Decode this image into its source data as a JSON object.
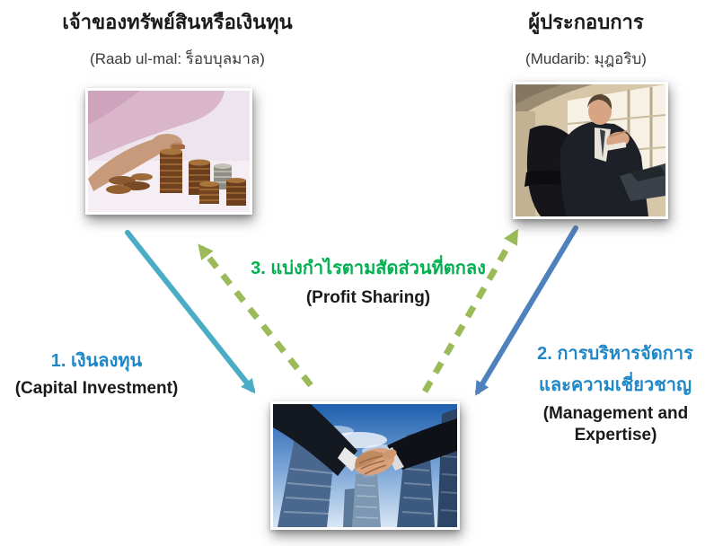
{
  "nodes": {
    "owner": {
      "title": "เจ้าของทรัพย์สินหรือเงินทุน",
      "subtitle": "(Raab ul-mal: ร็อบบุลมาล)",
      "photo": "hand-stacking-coins-photo"
    },
    "entrepreneur": {
      "title": "ผู้ประกอบการ",
      "subtitle": "(Mudarib: มุฎอริบ)",
      "photo": "businessman-photo"
    },
    "venture": {
      "photo": "handshake-skyline-photo"
    }
  },
  "edges": {
    "capital": {
      "label_th": "1. เงินลงทุน",
      "label_en": "(Capital Investment)",
      "color": "#4BACC6",
      "style": "solid",
      "direction": "owner to venture"
    },
    "management": {
      "label_th_lines": [
        "2. การบริหารจัดการ",
        "และความเชี่ยวชาญ"
      ],
      "label_en": "(Management and Expertise)",
      "color": "#4F81BD",
      "style": "solid",
      "direction": "entrepreneur to venture"
    },
    "profit": {
      "label_th": "3. แบ่งกำไรตามสัดส่วนที่ตกลง",
      "label_en": "(Profit Sharing)",
      "color": "#9BBB59",
      "style": "dashed",
      "direction": "venture to owner and entrepreneur"
    }
  },
  "colors": {
    "thai_label_blue": "#1E87C8",
    "profit_label_green": "#00B050",
    "text_black": "#1a1a1a",
    "capital_arrow": "#4BACC6",
    "management_arrow": "#4F81BD",
    "profit_arrow": "#9BBB59"
  }
}
